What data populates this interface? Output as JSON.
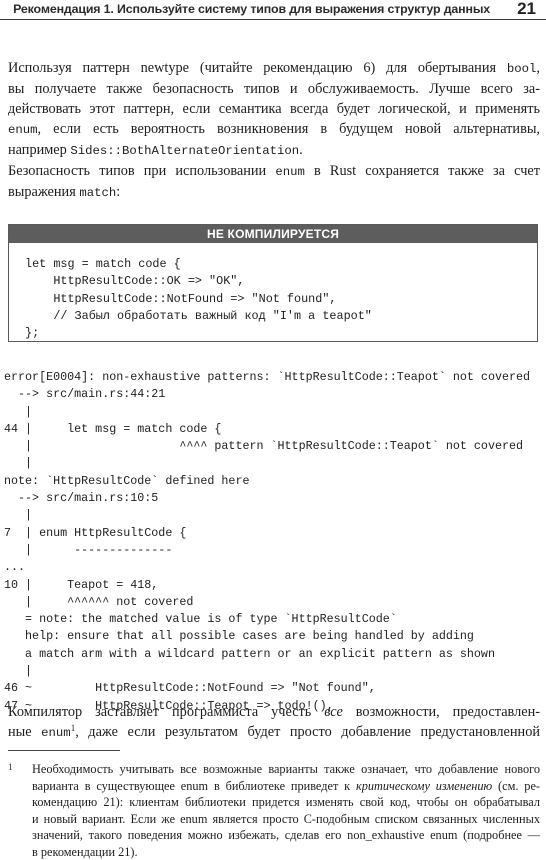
{
  "header": {
    "title": "Рекомендация 1. Используйте систему типов для выражения структур данных",
    "page_number": "21"
  },
  "paragraph1": [
    [
      "Используя паттерн newtype (читайте рекомендацию 6) для обертывания ",
      "bool",
      ","
    ],
    [
      "вы получаете также безопасность типов и обслуживаемость. Лучше всего за-"
    ],
    [
      "действовать этот паттерн, если семантика всегда будет логической, и применять"
    ],
    [
      "",
      "enum",
      ", если есть вероятность возникновения в будущем новой альтернативы,"
    ],
    [
      "например ",
      "Sides::BothAlternateOrientation",
      "."
    ]
  ],
  "paragraph2": [
    [
      "Безопасность типов при использовании ",
      "enum",
      " в Rust сохраняется также за счет"
    ],
    [
      "выражения ",
      "match",
      ":"
    ]
  ],
  "listing": {
    "banner": "НЕ КОМПИЛИРУЕТСЯ",
    "lines": [
      "let msg = match code {",
      "    HttpResultCode::OK => \"OK\",",
      "    HttpResultCode::NotFound => \"Not found\",",
      "    // Забыл обработать важный код \"I'm a teapot\"",
      "};"
    ]
  },
  "error_output": [
    "error[E0004]: non-exhaustive patterns: `HttpResultCode::Teapot` not covered",
    "  --> src/main.rs:44:21",
    "   |",
    "44 |     let msg = match code {",
    "   |                     ^^^^ pattern `HttpResultCode::Teapot` not covered",
    "   |",
    "note: `HttpResultCode` defined here",
    "  --> src/main.rs:10:5",
    "   |",
    "7  | enum HttpResultCode {",
    "   |      --------------",
    "...",
    "10 |     Teapot = 418,",
    "   |     ^^^^^^ not covered",
    "   = note: the matched value is of type `HttpResultCode`",
    "   help: ensure that all possible cases are being handled by adding",
    "   a match arm with a wildcard pattern or an explicit pattern as shown",
    "   |",
    "46 ~         HttpResultCode::NotFound => \"Not found\",",
    "47 ~         HttpResultCode::Teapot => todo!(),"
  ],
  "paragraph3": {
    "line1_before": "Компилятор заставляет программиста учесть ",
    "line1_emph": "все",
    "line1_after": " возможности, предоставлен-",
    "line2_before": "ные ",
    "line2_code": "enum",
    "line2_after": ", даже если результатом будет просто добавление предустановленной",
    "footnote_ref": "1"
  },
  "footnote": {
    "marker": "1",
    "line1": "Необходимость учитывать все возможные варианты также означает, что добавление нового",
    "line2_before": "варианта в существующее enum в библиотеке приведет к ",
    "line2_emph": "критическому изменению",
    "line2_after": " (см. ре-",
    "line3": "комендацию 21): клиентам библиотеки придется изменять свой код, чтобы он обрабатывал",
    "line4": "и новый вариант. Если же enum является просто C-подобным списком связанных численных",
    "line5": "значений, такого поведения можно избежать, сделав его non_exhaustive enum (подробнее —",
    "line6": "в рекомендации 21)."
  }
}
